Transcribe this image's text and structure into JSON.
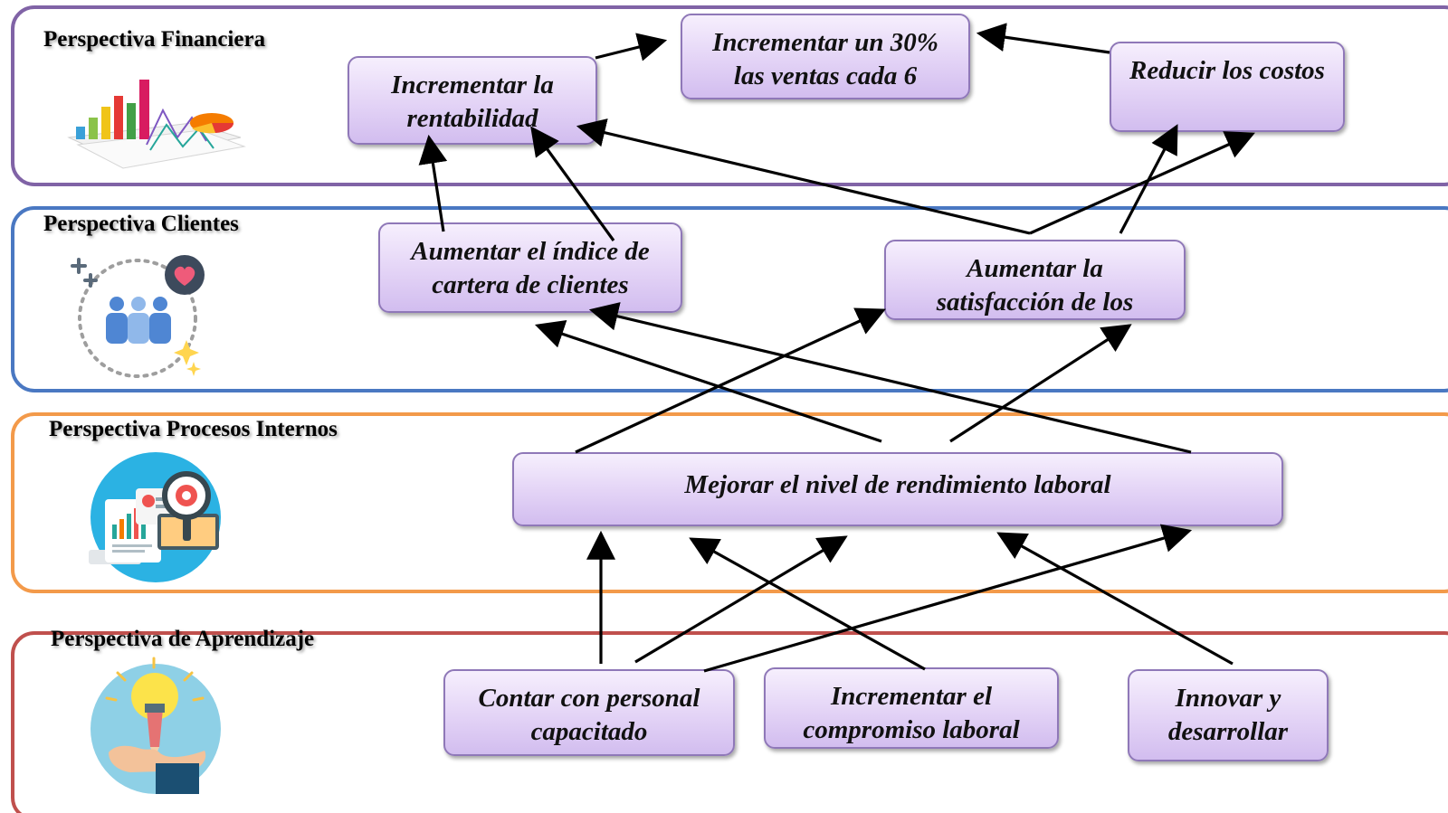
{
  "perspectives": {
    "financiera": "Perspectiva Financiera",
    "clientes": "Perspectiva Clientes",
    "procesos": "Perspectiva Procesos Internos",
    "aprendizaje": "Perspectiva de Aprendizaje"
  },
  "icons": {
    "financiera": "financial-charts-icon",
    "clientes": "customers-heart-icon",
    "procesos": "process-analysis-icon",
    "aprendizaje": "lightbulb-idea-icon"
  },
  "nodes": {
    "incrementar_ventas": "Incrementar un 30% las ventas cada 6",
    "incrementar_rentabilidad": "Incrementar la rentabilidad",
    "reducir_costos": "Reducir los costos",
    "aumentar_cartera": "Aumentar el índice de cartera de clientes",
    "aumentar_satisfaccion": "Aumentar la satisfacción de los",
    "mejorar_rendimiento": "Mejorar el nivel de rendimiento laboral",
    "contar_personal": "Contar con personal capacitado",
    "incrementar_compromiso": "Incrementar el compromiso laboral",
    "innovar": "Innovar y desarrollar"
  },
  "colors": {
    "financiera_border": "#8063a6",
    "clientes_border": "#4a78c2",
    "procesos_border": "#f39a4a",
    "aprendizaje_border": "#c0504d",
    "node_fill": "#e3d3f6",
    "arrow": "#000000"
  }
}
